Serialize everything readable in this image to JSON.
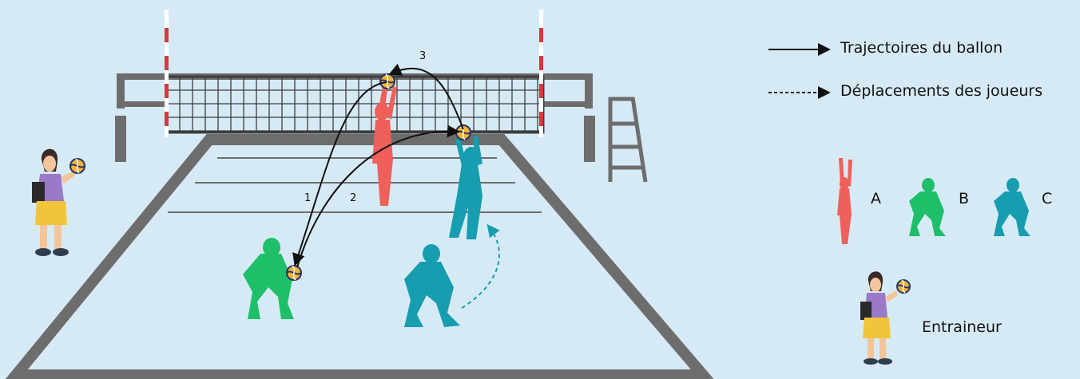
{
  "legend": {
    "ball_trajectories": "Trajectoires du ballon",
    "player_moves": "Déplacements des joueurs",
    "player_a": "A",
    "player_b": "B",
    "player_c": "C",
    "coach": "Entraineur"
  },
  "trajectory_numbers": {
    "t1": "1",
    "t2": "2",
    "t3": "3"
  },
  "colors": {
    "background": "#d6eaf5",
    "court_lines": "#6d6d6d",
    "player_a": "#f0605a",
    "player_b": "#1fbf6a",
    "player_c": "#179db0",
    "net_post": "#d43a3a",
    "ball": "#f2b233"
  },
  "icons": [
    "volleyball-icon",
    "player-a-figure",
    "player-b-figure",
    "player-c-figure",
    "coach-figure",
    "umpire-chair"
  ]
}
